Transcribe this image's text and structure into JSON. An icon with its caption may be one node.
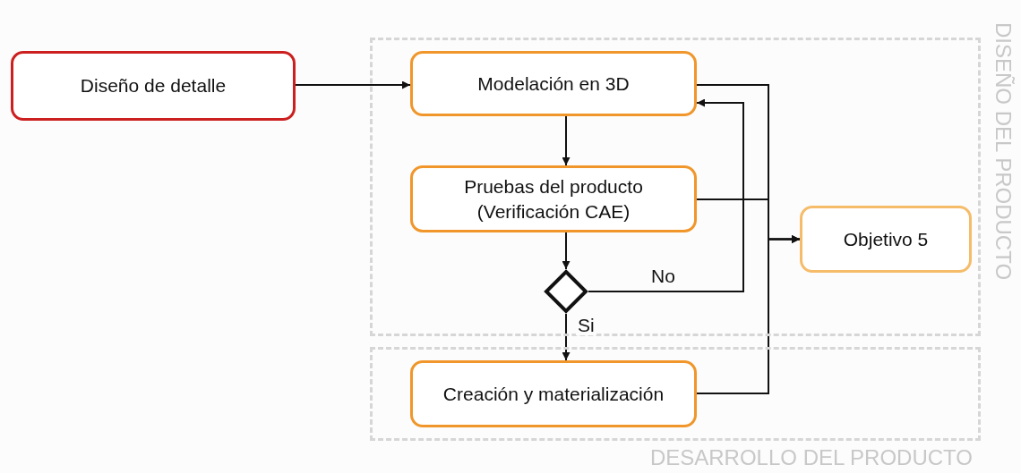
{
  "diagram": {
    "nodes": [
      {
        "text": [
          "Diseño de detalle"
        ]
      },
      {
        "text": [
          "DISEÑO DEL PRODUCTO"
        ]
      },
      {
        "text": [
          "Modelación en 3D"
        ],
        "in": 1
      },
      {
        "text": [
          "Pruebas del producto (Verificación CAE)"
        ],
        "in": 1
      },
      {
        "text": [],
        "shape": "diamond",
        "in": 1
      },
      {
        "text": [
          "Objetivo 5"
        ],
        "in": 1
      },
      {
        "text": [
          "DESARROLLO DEL PRODUCTO"
        ]
      },
      {
        "text": [
          "Creación y materialización"
        ],
        "in": 6
      }
    ],
    "edges": [
      {
        "from": 0,
        "to": 2,
        "arrow": "to"
      },
      {
        "from": 2,
        "to": 3,
        "arrow": "to"
      },
      {
        "from": 3,
        "to": 4,
        "arrow": "to"
      },
      {
        "from": 4,
        "to": 2,
        "arrow": "to",
        "label": "No"
      },
      {
        "from": 4,
        "to": 7,
        "arrow": "to",
        "label": "Si"
      },
      {
        "from": 2,
        "to": 5,
        "arrow": "to"
      },
      {
        "from": 3,
        "to": 5,
        "arrow": "to"
      },
      {
        "from": 7,
        "to": 5,
        "arrow": "to"
      }
    ]
  }
}
